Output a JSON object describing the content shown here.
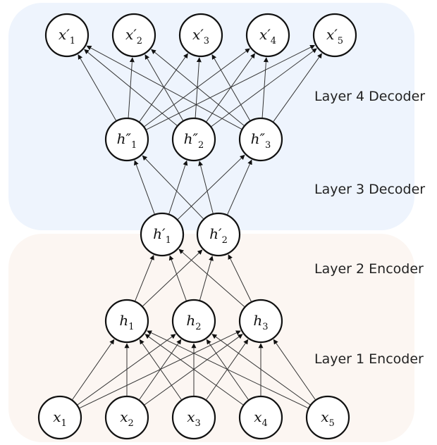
{
  "colors": {
    "decoder_region": "#eef4fd",
    "encoder_region": "#fcf6f2",
    "edge": "#333333"
  },
  "layer_labels": {
    "layer4": "Layer 4 Decoder",
    "layer3": "Layer 3 Decoder",
    "layer2": "Layer 2 Encoder",
    "layer1": "Layer 1 Encoder"
  },
  "nodes": {
    "output": [
      {
        "base": "x",
        "prime": "′",
        "sub": "1"
      },
      {
        "base": "x",
        "prime": "′",
        "sub": "2"
      },
      {
        "base": "x",
        "prime": "′",
        "sub": "3"
      },
      {
        "base": "x",
        "prime": "′",
        "sub": "4"
      },
      {
        "base": "x",
        "prime": "′",
        "sub": "5"
      }
    ],
    "decoder_hidden": [
      {
        "base": "h",
        "prime": "″",
        "sub": "1"
      },
      {
        "base": "h",
        "prime": "″",
        "sub": "2"
      },
      {
        "base": "h",
        "prime": "″",
        "sub": "3"
      }
    ],
    "code": [
      {
        "base": "h",
        "prime": "′",
        "sub": "1"
      },
      {
        "base": "h",
        "prime": "′",
        "sub": "2"
      }
    ],
    "encoder_hidden": [
      {
        "base": "h",
        "prime": "",
        "sub": "1"
      },
      {
        "base": "h",
        "prime": "",
        "sub": "2"
      },
      {
        "base": "h",
        "prime": "",
        "sub": "3"
      }
    ],
    "input": [
      {
        "base": "x",
        "prime": "",
        "sub": "1"
      },
      {
        "base": "x",
        "prime": "",
        "sub": "2"
      },
      {
        "base": "x",
        "prime": "",
        "sub": "3"
      },
      {
        "base": "x",
        "prime": "",
        "sub": "4"
      },
      {
        "base": "x",
        "prime": "",
        "sub": "5"
      }
    ]
  }
}
